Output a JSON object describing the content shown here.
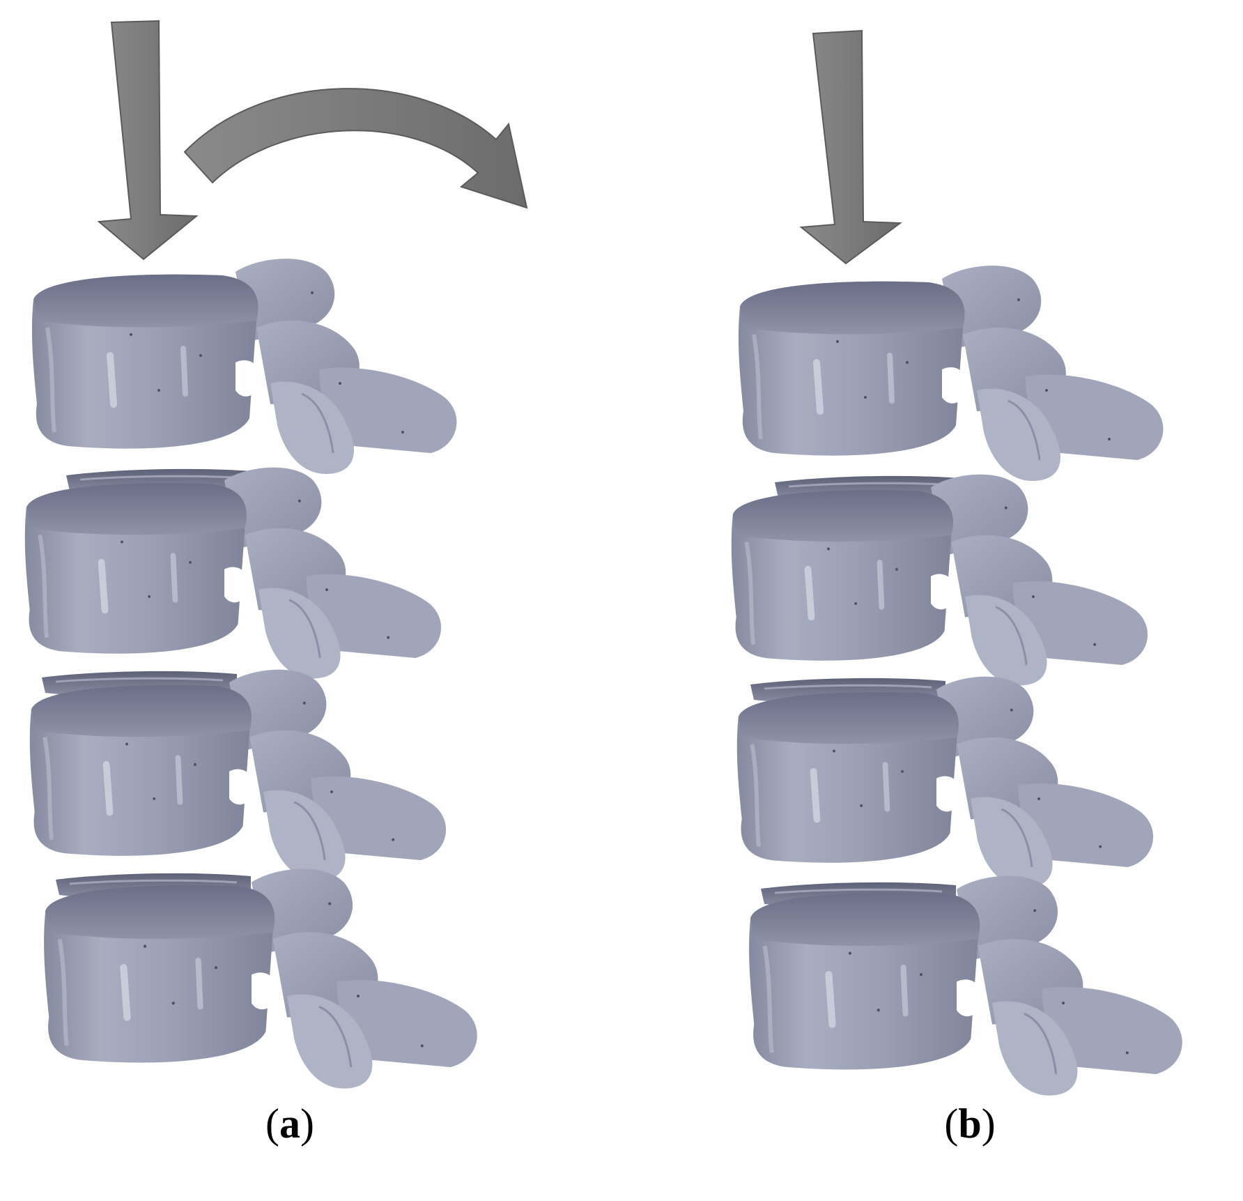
{
  "panels": [
    {
      "id": "a",
      "label_open": "(",
      "label_letter": "a",
      "label_close": ")",
      "loads": [
        "axial-compression",
        "moment"
      ]
    },
    {
      "id": "b",
      "label_open": "(",
      "label_letter": "b",
      "label_close": ")",
      "loads": [
        "axial-compression"
      ]
    }
  ],
  "colors": {
    "bone_light": "#b4b8c9",
    "bone_mid": "#9ea3b7",
    "bone_dark": "#6c7088",
    "arrow": "#7c7c7c",
    "arrow_edge": "#5a5a5a",
    "background": "#ffffff"
  },
  "icons": [
    "down-arrow-icon",
    "curved-arrow-icon"
  ]
}
